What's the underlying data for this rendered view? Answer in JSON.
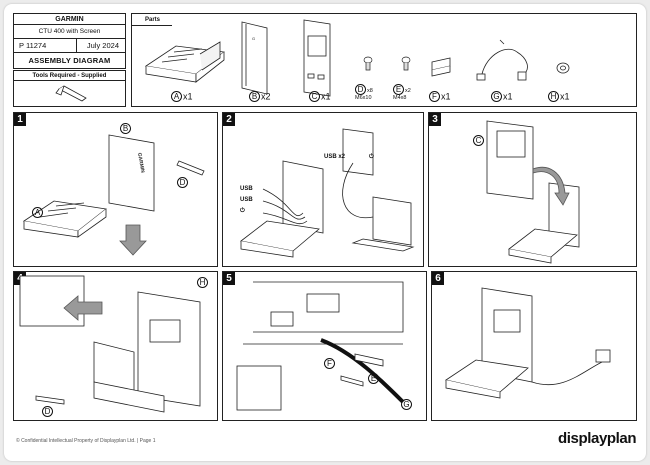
{
  "header": {
    "brand": "GARMIN",
    "product": "CTU 400 with Screen",
    "part_number": "P 11274",
    "date": "July 2024",
    "doc_title": "ASSEMBLY DIAGRAM"
  },
  "tools": {
    "title": "Tools Required - Supplied"
  },
  "parts": {
    "title": "Parts",
    "items": [
      {
        "letter": "A",
        "qty": "x1"
      },
      {
        "letter": "B",
        "qty": "x2"
      },
      {
        "letter": "C",
        "qty": "x1"
      },
      {
        "letter": "D",
        "qty": "x8",
        "spec": "M6x10"
      },
      {
        "letter": "E",
        "qty": "x2",
        "spec": "M4x8"
      },
      {
        "letter": "F",
        "qty": "x1"
      },
      {
        "letter": "G",
        "qty": "x1"
      },
      {
        "letter": "H",
        "qty": "x1"
      }
    ]
  },
  "steps": [
    {
      "number": "1",
      "callouts": [
        "A",
        "B",
        "D"
      ]
    },
    {
      "number": "2",
      "labels": [
        "USB",
        "USB",
        "USB x2"
      ]
    },
    {
      "number": "3",
      "callouts": [
        "C"
      ]
    },
    {
      "number": "4",
      "callouts": [
        "D",
        "H"
      ]
    },
    {
      "number": "5",
      "callouts": [
        "E",
        "F",
        "G"
      ]
    },
    {
      "number": "6"
    }
  ],
  "garmin_label": "GARMIN",
  "footer": {
    "text": "© Confidential Intellectual Property of Displayplan Ltd. | Page 1",
    "brand": "displayplan"
  }
}
